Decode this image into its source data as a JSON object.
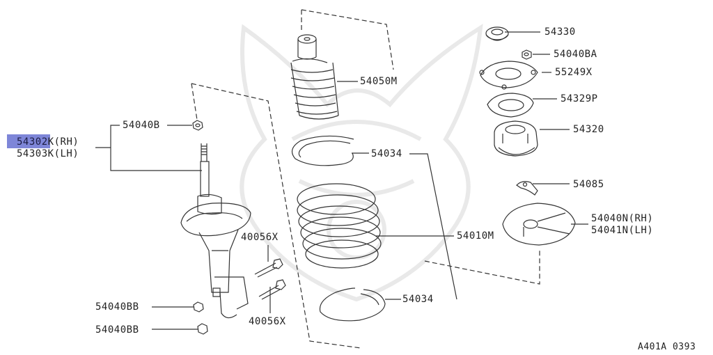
{
  "diagram": {
    "diagram_code": "A401A 0393",
    "parts": [
      {
        "number": "54330"
      },
      {
        "number": "54040BA"
      },
      {
        "number": "55249X"
      },
      {
        "number": "54329P"
      },
      {
        "number": "54320"
      },
      {
        "number": "54085"
      },
      {
        "number_rh": "54040N(RH)",
        "number_lh": "54041N(LH)"
      },
      {
        "number": "54050M"
      },
      {
        "number": "54034"
      },
      {
        "number": "54010M"
      },
      {
        "number": "54034"
      },
      {
        "number": "54040B"
      },
      {
        "number_rh_highlight": "54302",
        "number_rh_rest": "K(RH)",
        "number_lh": "54303K(LH)"
      },
      {
        "number": "40056X"
      },
      {
        "number": "40056X"
      },
      {
        "number": "54040BB"
      },
      {
        "number": "54040BB"
      }
    ]
  },
  "colors": {
    "line": "#333333",
    "highlight": "#7e86d8",
    "watermark": "#e9e9e9"
  }
}
